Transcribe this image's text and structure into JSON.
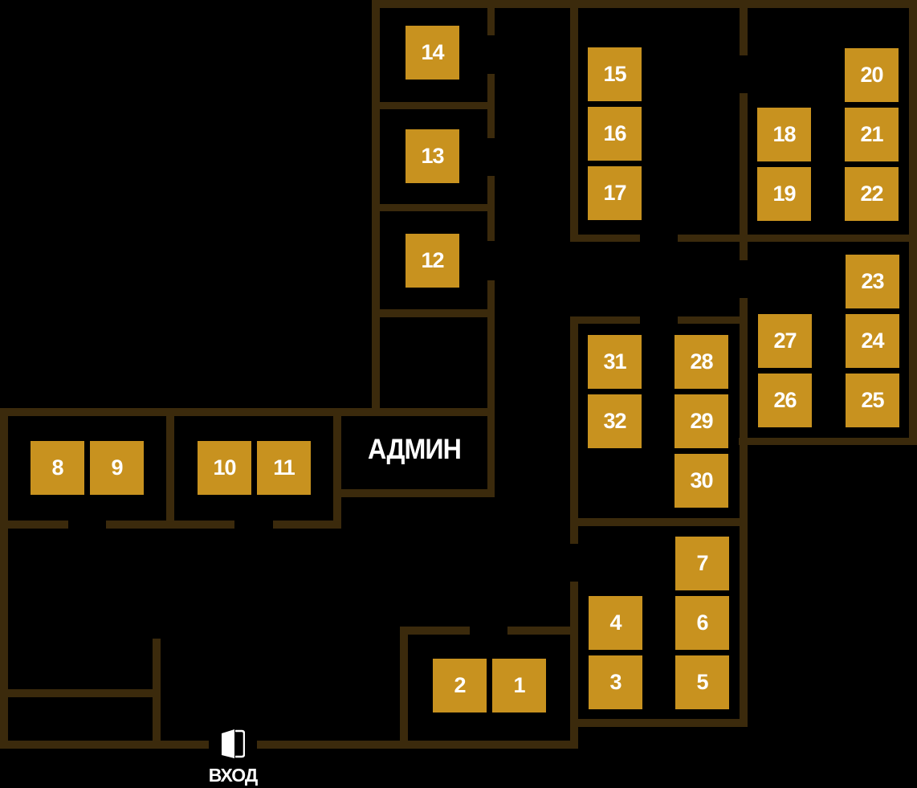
{
  "colors": {
    "background": "#000000",
    "wall": "#3b2a0c",
    "seat": "#c8921f",
    "text": "#ffffff"
  },
  "labels": {
    "admin": "АДМИН",
    "entrance": "ВХОД"
  },
  "icons": {
    "entrance": "door-icon"
  },
  "seats": [
    "1",
    "2",
    "3",
    "4",
    "5",
    "6",
    "7",
    "8",
    "9",
    "10",
    "11",
    "12",
    "13",
    "14",
    "15",
    "16",
    "17",
    "18",
    "19",
    "20",
    "21",
    "22",
    "23",
    "24",
    "25",
    "26",
    "27",
    "28",
    "29",
    "30",
    "31",
    "32"
  ]
}
